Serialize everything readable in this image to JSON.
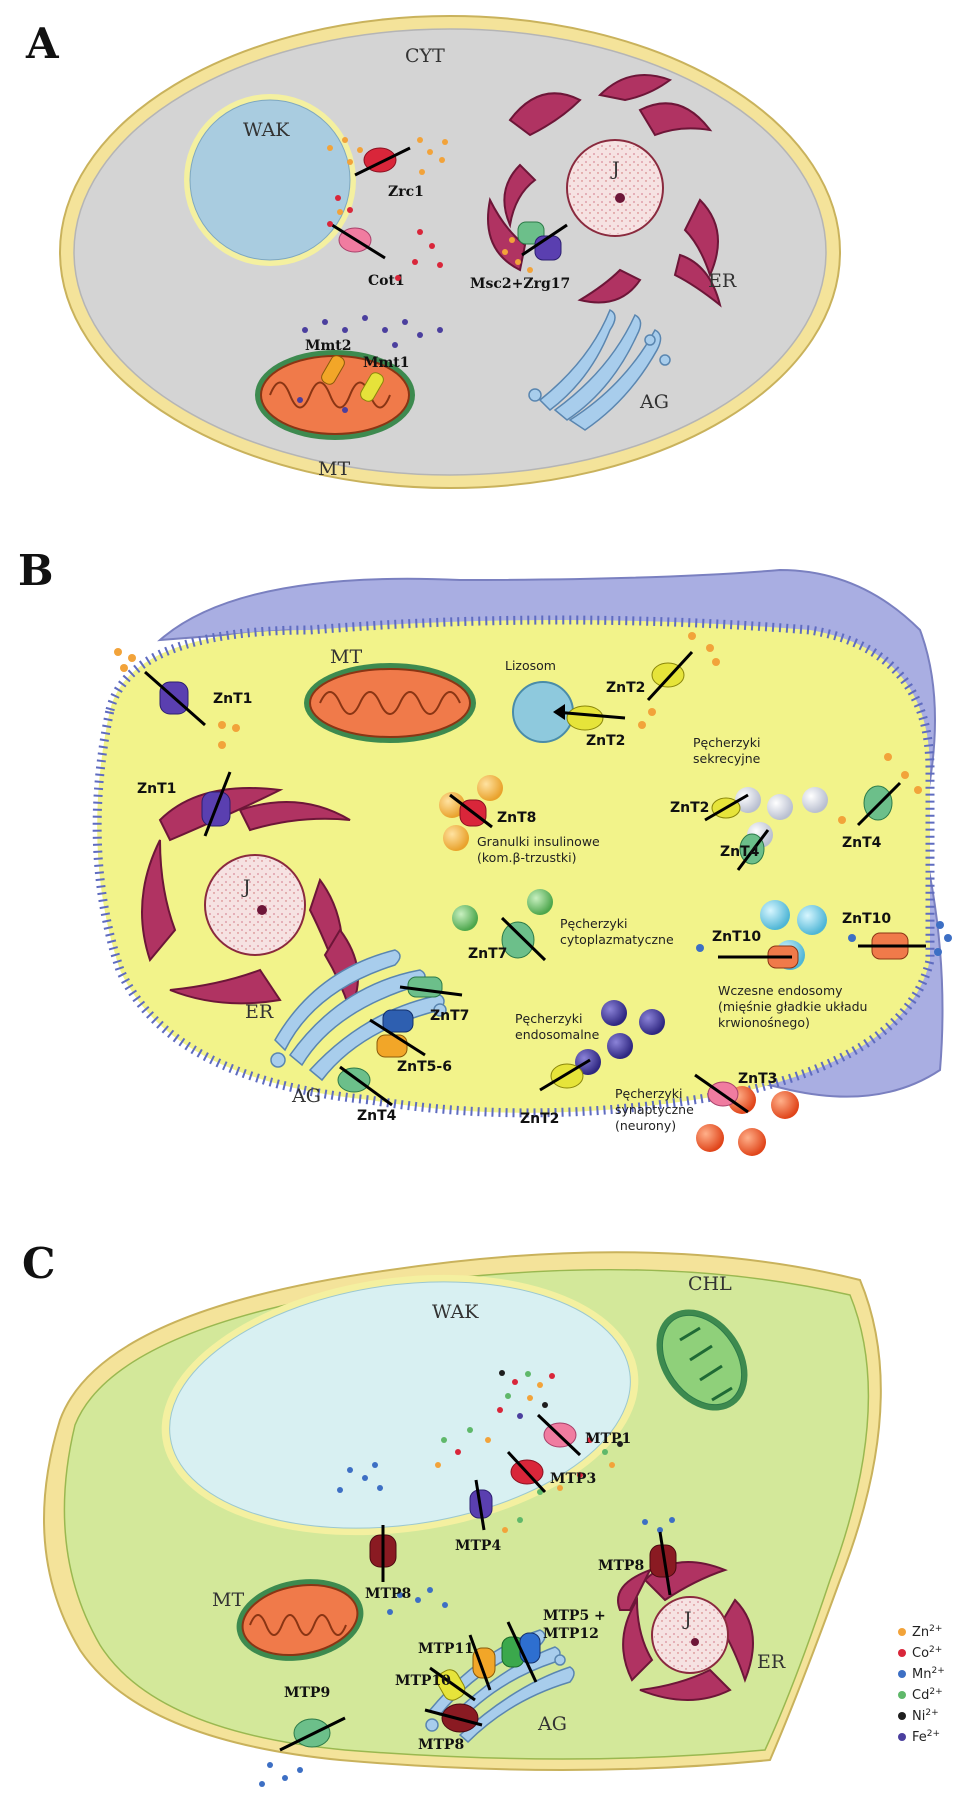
{
  "panels": {
    "a": "A",
    "b": "B",
    "c": "C"
  },
  "panel_a": {
    "cyt": "CYT",
    "wak": "WAK",
    "nucleus": "J",
    "er": "ER",
    "mt": "MT",
    "ag": "AG",
    "zrc1": "Zrc1",
    "cot1": "Cot1",
    "msc2": "Msc2+Zrg17",
    "mmt2": "Mmt2",
    "mmt1": "Mmt1"
  },
  "panel_b": {
    "mt": "MT",
    "nucleus": "J",
    "er": "ER",
    "ag": "AG",
    "lysosome": "Lizosom",
    "znt1_top": "ZnT1",
    "znt1_er": "ZnT1",
    "znt2_membrane": "ZnT2",
    "znt2_lysosome": "ZnT2",
    "znt2_secretory": "ZnT2",
    "znt2_endosomal": "ZnT2",
    "znt4_membrane": "ZnT4",
    "znt4_secretory": "ZnT4",
    "znt4_ag": "ZnT4",
    "znt8": "ZnT8",
    "znt7_vesicle": "ZnT7",
    "znt7_ag": "ZnT7",
    "znt5_6": "ZnT5-6",
    "znt10_endo": "ZnT10",
    "znt10_membrane": "ZnT10",
    "znt3": "ZnT3",
    "secretory_l1": "Pęcherzyki",
    "secretory_l2": "sekrecyjne",
    "insulin_l1": "Granulki insulinowe",
    "insulin_l2": "(kom.β-trzustki)",
    "cyto_l1": "Pęcherzyki",
    "cyto_l2": "cytoplazmatyczne",
    "early_l1": "Wczesne endosomy",
    "early_l2": "(mięśnie gładkie układu",
    "early_l3": "krwionośnego)",
    "endo_l1": "Pęcherzyki",
    "endo_l2": "endosomalne",
    "syn_l1": "Pęcherzyki",
    "syn_l2": "synaptyczne",
    "syn_l3": "(neurony)"
  },
  "panel_c": {
    "wak": "WAK",
    "chl": "CHL",
    "mt": "MT",
    "nucleus": "J",
    "er": "ER",
    "ag": "AG",
    "mtp1": "MTP1",
    "mtp3": "MTP3",
    "mtp4": "MTP4",
    "mtp8_vac": "MTP8",
    "mtp8_er": "MTP8",
    "mtp5_12_l1": "MTP5 +",
    "mtp5_12_l2": "MTP12",
    "mtp11": "MTP11",
    "mtp10": "MTP10",
    "mtp8_ag": "MTP8",
    "mtp9": "MTP9"
  },
  "legend": {
    "items": [
      {
        "ion": "Zn",
        "charge": "2+",
        "color": "#f2a33a"
      },
      {
        "ion": "Co",
        "charge": "2+",
        "color": "#d9263a"
      },
      {
        "ion": "Mn",
        "charge": "2+",
        "color": "#3d6fc4"
      },
      {
        "ion": "Cd",
        "charge": "2+",
        "color": "#5fb86a"
      },
      {
        "ion": "Ni",
        "charge": "2+",
        "color": "#1e1e1e"
      },
      {
        "ion": "Fe",
        "charge": "2+",
        "color": "#4b3f9e"
      }
    ]
  }
}
